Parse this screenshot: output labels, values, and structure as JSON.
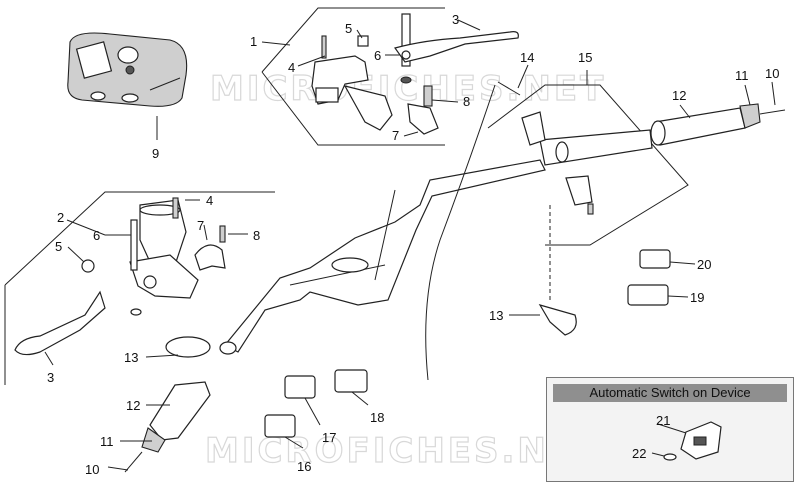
{
  "watermark": "MICROFICHES.NET",
  "inset": {
    "title": "Automatic Switch on Device"
  },
  "callouts": {
    "n1": "1",
    "n2": "2",
    "n3a": "3",
    "n3b": "3",
    "n4a": "4",
    "n4b": "4",
    "n5a": "5",
    "n5b": "5",
    "n6a": "6",
    "n6b": "6",
    "n7a": "7",
    "n7b": "7",
    "n8a": "8",
    "n8b": "8",
    "n9": "9",
    "n10a": "10",
    "n10b": "10",
    "n11a": "11",
    "n11b": "11",
    "n12a": "12",
    "n12b": "12",
    "n13a": "13",
    "n13b": "13",
    "n14": "14",
    "n15": "15",
    "n16": "16",
    "n17": "17",
    "n18": "18",
    "n19": "19",
    "n20": "20",
    "n21": "21",
    "n22": "22"
  }
}
